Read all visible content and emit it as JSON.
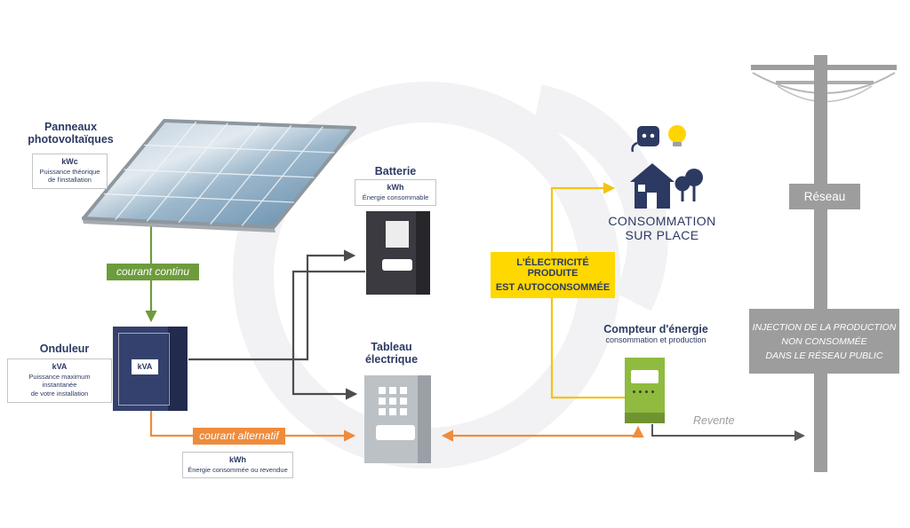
{
  "solar_panels": {
    "title": [
      "Panneaux",
      "photovoltaïques"
    ],
    "info": {
      "unit": "kWc",
      "desc": [
        "Puissance théorique",
        "de l'installation"
      ]
    }
  },
  "dc_badge": {
    "label": "courant continu"
  },
  "inverter": {
    "title": "Onduleur",
    "device_label": "kVA",
    "info": {
      "unit": "kVA",
      "desc": [
        "Puissance maximum instantanée",
        "de votre installation"
      ]
    }
  },
  "battery": {
    "title": "Batterie",
    "info": {
      "unit": "kWh",
      "desc": [
        "Énergie consommable"
      ]
    }
  },
  "panel_board": {
    "title": [
      "Tableau",
      "électrique"
    ]
  },
  "ac_badge": {
    "label": "courant alternatif"
  },
  "ac_info": {
    "unit": "kWh",
    "desc": [
      "Énergie consommée ou revendue"
    ]
  },
  "self_consumption": {
    "lines": [
      "L'ÉLECTRICITÉ PRODUITE",
      "EST AUTOCONSOMMÉE"
    ]
  },
  "onsite_consumption": {
    "lines": [
      "CONSOMMATION",
      "SUR PLACE"
    ]
  },
  "meter": {
    "title": "Compteur d'énergie",
    "subtitle": "consommation et production"
  },
  "resale": {
    "label": "Revente"
  },
  "grid": {
    "label": "Réseau",
    "injection": {
      "lines": [
        "INJECTION DE LA PRODUCTION",
        "NON CONSOMMÉE",
        "DANS LE RÉSEAU PUBLIC"
      ]
    }
  },
  "colors": {
    "navy": "#2c3a63",
    "green": "#6d9c3d",
    "orange": "#ee8c3c",
    "yellow": "#ffd800",
    "gray": "#9d9d9d",
    "dark": "#4d4d4f"
  }
}
